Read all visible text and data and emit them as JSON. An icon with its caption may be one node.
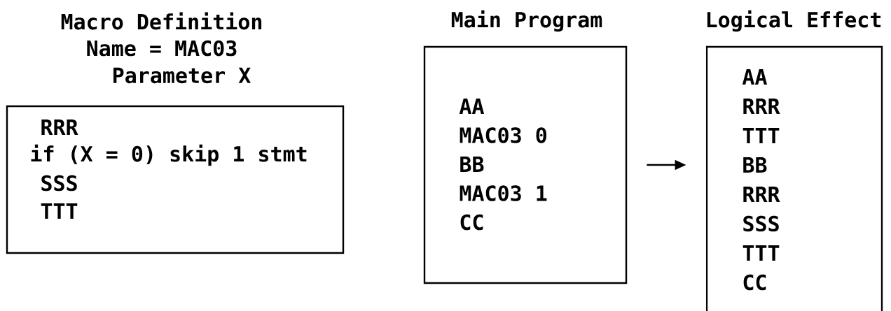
{
  "diagram": {
    "nodes": [
      {
        "text": [
          "Macro Definition",
          "Name = MAC03",
          "Parameter X",
          "RRR",
          "if (X = 0) skip 1 stmt",
          "SSS",
          "TTT"
        ]
      },
      {
        "text": [
          "Main Program",
          "AA",
          "MAC03 0",
          "BB",
          "MAC03 1",
          "CC"
        ]
      },
      {
        "text": [
          "Logical Effect",
          "AA",
          "RRR",
          "TTT",
          "BB",
          "RRR",
          "SSS",
          "TTT",
          "CC"
        ]
      }
    ],
    "edges": [
      {
        "from": 1,
        "to": 2,
        "arrow": "to"
      }
    ]
  }
}
